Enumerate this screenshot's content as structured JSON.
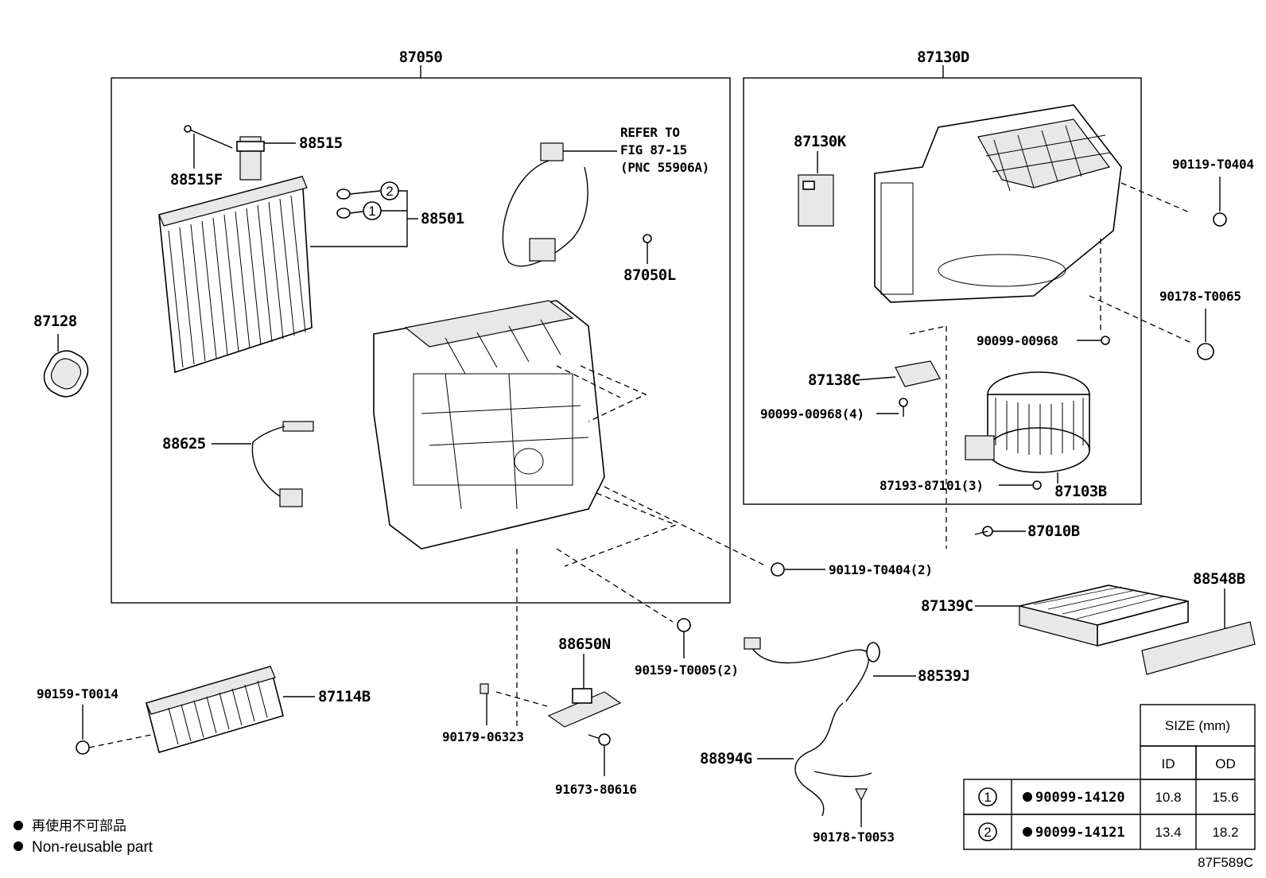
{
  "assemblies": {
    "left_box_label": "87050",
    "right_box_label": "87130D"
  },
  "parts": {
    "p88515": "88515",
    "p88515F": "88515F",
    "p88501": "88501",
    "p87128": "87128",
    "p88625": "88625",
    "p87050L": "87050L",
    "p87130K": "87130K",
    "p90119_T0404": "90119-T0404",
    "p90178_T0065": "90178-T0065",
    "p90099_00968": "90099-00968",
    "p87138C": "87138C",
    "p90099_00968_4": "90099-00968(4)",
    "p87193_87101_3": "87193-87101(3)",
    "p87103B": "87103B",
    "p87010B": "87010B",
    "p90119_T0404_2": "90119-T0404(2)",
    "p88548B": "88548B",
    "p87139C": "87139C",
    "p88650N": "88650N",
    "p90159_T0005_2": "90159-T0005(2)",
    "p88539J": "88539J",
    "p90159_T0014": "90159-T0014",
    "p87114B": "87114B",
    "p90179_06323": "90179-06323",
    "p91673_80616": "91673-80616",
    "p88894G": "88894G",
    "p90178_T0053": "90178-T0053"
  },
  "refer": {
    "line1": "REFER TO",
    "line2": "FIG 87-15",
    "line3": "(PNC 55906A)"
  },
  "callouts": {
    "c1": "1",
    "c2": "2"
  },
  "legend": {
    "line_jp": "再使用不可部品",
    "line_en": "Non-reusable part"
  },
  "size_table": {
    "header": "SIZE (mm)",
    "col_id": "ID",
    "col_od": "OD",
    "rows": [
      {
        "mark": "1",
        "part": "90099-14120",
        "id": "10.8",
        "od": "15.6"
      },
      {
        "mark": "2",
        "part": "90099-14121",
        "id": "13.4",
        "od": "18.2"
      }
    ]
  },
  "figure_code": "87F589C"
}
